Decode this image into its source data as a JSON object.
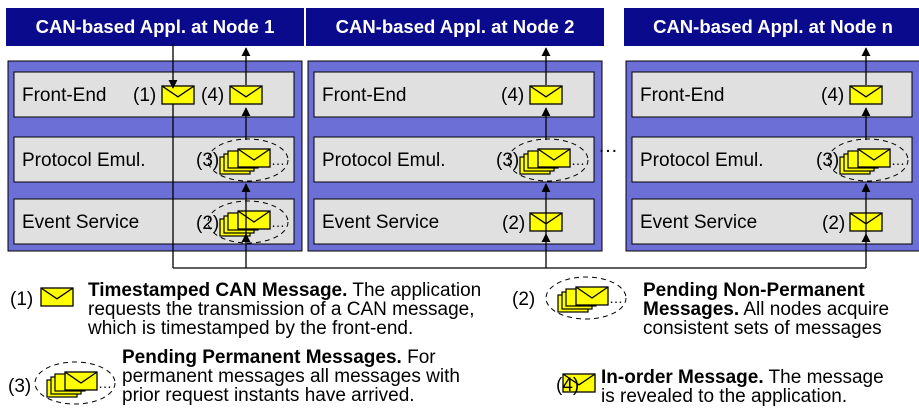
{
  "nodes": [
    {
      "header": "CAN-based Appl. at Node 1",
      "layers": [
        "Front-End",
        "Protocol Emul.",
        "Event Service"
      ],
      "front_markers": [
        "(1)",
        "(4)"
      ],
      "protocol_marker": "(3)",
      "event_marker": "(2)"
    },
    {
      "header": "CAN-based Appl. at Node 2",
      "layers": [
        "Front-End",
        "Protocol Emul.",
        "Event Service"
      ],
      "front_markers": [
        "(4)"
      ],
      "protocol_marker": "(3)",
      "event_marker": "(2)"
    },
    {
      "header": "CAN-based Appl. at Node n",
      "layers": [
        "Front-End",
        "Protocol Emul.",
        "Event Service"
      ],
      "front_markers": [
        "(4)"
      ],
      "protocol_marker": "(3)",
      "event_marker": "(2)"
    }
  ],
  "ellipsis": "…",
  "legend": [
    {
      "num": "(1)",
      "title": "Timestamped CAN Message.",
      "body": [
        " The application",
        "requests the transmission of a CAN message,",
        "which is timestamped by the front-end."
      ],
      "icon": "envelope-icon"
    },
    {
      "num": "(2)",
      "title_lines": [
        "Pending Non-Permanent",
        "Messages."
      ],
      "body": [
        " All nodes acquire",
        "consistent sets of messages"
      ],
      "icon": "envelope-stack-dashed-icon"
    },
    {
      "num": "(3)",
      "title": "Pending Permanent Messages.",
      "body": [
        " For",
        "permanent messages all messages with",
        "prior request instants have arrived."
      ],
      "icon": "envelope-stack-dashed-icon"
    },
    {
      "num": "(4)",
      "title": "In-order Message.",
      "body": [
        " The message",
        "is revealed to the application."
      ],
      "icon": "envelope-icon"
    }
  ],
  "colors": {
    "header_bg": "#0a0a8c",
    "header_text": "#ffffff",
    "node_bg": "#6b6fd6",
    "layer_bg": "#e0e0e0",
    "envelope": "#ffff00"
  }
}
